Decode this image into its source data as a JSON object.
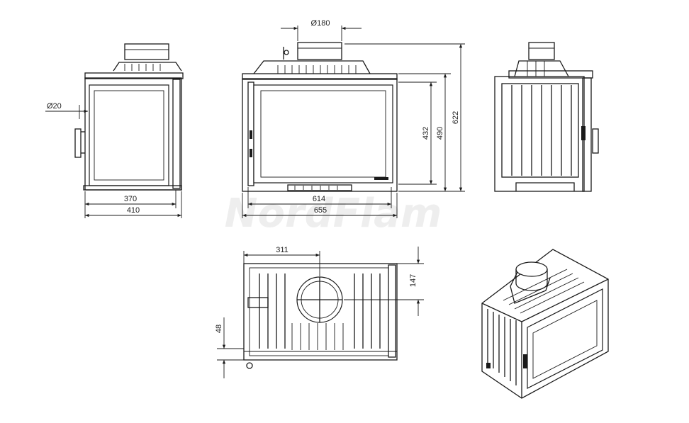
{
  "watermark": "NordFlam",
  "front_view": {
    "width_inner": "614",
    "width_outer": "655",
    "flue": "Ø180"
  },
  "side_view_left": {
    "width_inner": "370",
    "width_outer": "410",
    "handle": "Ø20"
  },
  "height_dims": {
    "h1": "432",
    "h2": "490",
    "h3": "622"
  },
  "top_view": {
    "offset": "311",
    "depth_front": "147",
    "depth_back": "48"
  },
  "colors": {
    "line": "#1a1a1a",
    "paper": "#ffffff",
    "watermark": "#eeeeee"
  }
}
